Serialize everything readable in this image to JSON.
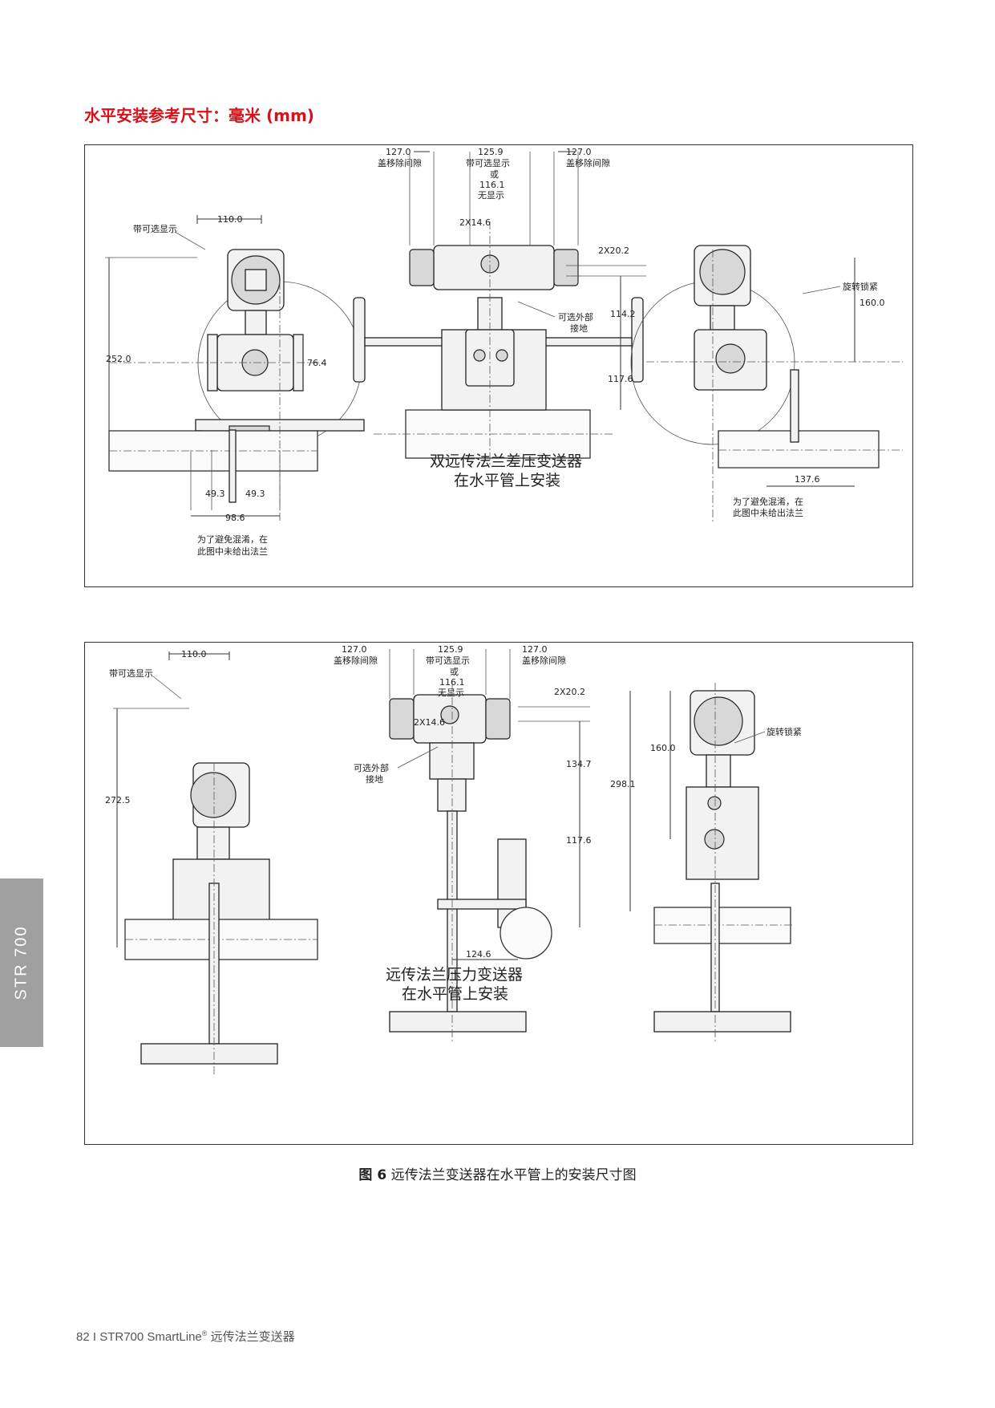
{
  "heading": "水平安装参考尺寸：毫米 (mm)",
  "panel1": {
    "clear_left": "127.0",
    "clear_left_note": "盖移除间隙",
    "display_width": "125.9",
    "display_note_1": "带可选显示",
    "display_note_2": "或",
    "display_no": "116.1",
    "display_note_3": "无显示",
    "clear_right": "127.0",
    "clear_right_note": "盖移除间隙",
    "width_left": "110.0",
    "display_label": "带可选显示",
    "hole_a": "2X14.6",
    "hole_b": "2X20.2",
    "rotate_label": "旋转锁紧",
    "height_right": "160.0",
    "ground_label_1": "可选外部",
    "ground_label_2": "接地",
    "dim_114": "114.2",
    "height_left": "252.0",
    "dim_76": "76.4",
    "dim_117": "117.6",
    "dim_49a": "49.3",
    "dim_49b": "49.3",
    "dim_98": "98.6",
    "dim_137": "137.6",
    "note_flange_1": "为了避免混淆，在",
    "note_flange_2": "此图中未给出法兰",
    "caption_1": "双远传法兰差压变送器",
    "caption_2": "在水平管上安装"
  },
  "panel2": {
    "clear_left": "127.0",
    "clear_left_note": "盖移除间隙",
    "display_width": "125.9",
    "display_note_1": "带可选显示",
    "display_note_2": "或",
    "display_no": "116.1",
    "display_note_3": "无显示",
    "clear_right": "127.0",
    "clear_right_note": "盖移除间隙",
    "width_left": "110.0",
    "display_label": "带可选显示",
    "hole_a": "2X14.6",
    "hole_b": "2X20.2",
    "rotate_label": "旋转锁紧",
    "height_left": "272.5",
    "ground_label_1": "可选外部",
    "ground_label_2": "接地",
    "dim_134": "134.7",
    "dim_117": "117.6",
    "dim_124": "124.6",
    "dim_160": "160.0",
    "dim_298": "298.1",
    "caption_1": "远传法兰压力变送器",
    "caption_2": "在水平管上安装"
  },
  "figure_caption": {
    "number": "图 6",
    "text": "远传法兰变送器在水平管上的安装尺寸图"
  },
  "side_tab": "STR 700",
  "footer": {
    "page": "82",
    "product": "STR700 SmartLine",
    "reg": "®",
    "title": "远传法兰变送器"
  }
}
